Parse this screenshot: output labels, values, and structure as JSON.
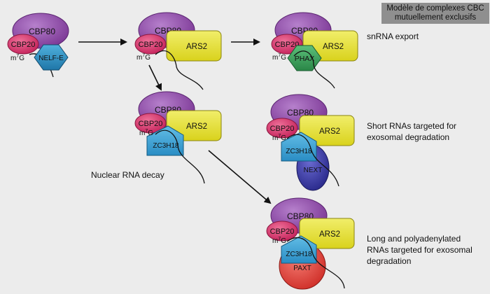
{
  "title": {
    "line1": "Modèle de complexes CBC",
    "line2": "mutuellement exclusifs"
  },
  "labels": {
    "cbp80": "CBP80",
    "cbp20": "CBP20",
    "cap_m": "m",
    "cap_sup": "7",
    "cap_g": "G",
    "nelfe": "NELF-E",
    "ars2": "ARS2",
    "phax": "PHAX",
    "zc3h18": "ZC3H18",
    "next": "NEXT",
    "paxt": "PAXT"
  },
  "captions": {
    "snrna": "snRNA export",
    "short_l1": "Short RNAs targeted for",
    "short_l2": "exosomal degradation",
    "nuclear": "Nuclear RNA decay",
    "long_l1": "Long and polyadenylated",
    "long_l2": "RNAs targeted for exosomal",
    "long_l3": "degradation"
  },
  "colors": {
    "background": "#ececec",
    "cbp80": "#8e4aa6",
    "cbp20": "#d8336a",
    "nelfe": "#2f8fc0",
    "ars2": "#e2dd2a",
    "phax": "#3b9e57",
    "zc3h18": "#3aa3d6",
    "next": "#3a3aa0",
    "paxt": "#e2443e",
    "title_box": "#8f8f8f"
  }
}
